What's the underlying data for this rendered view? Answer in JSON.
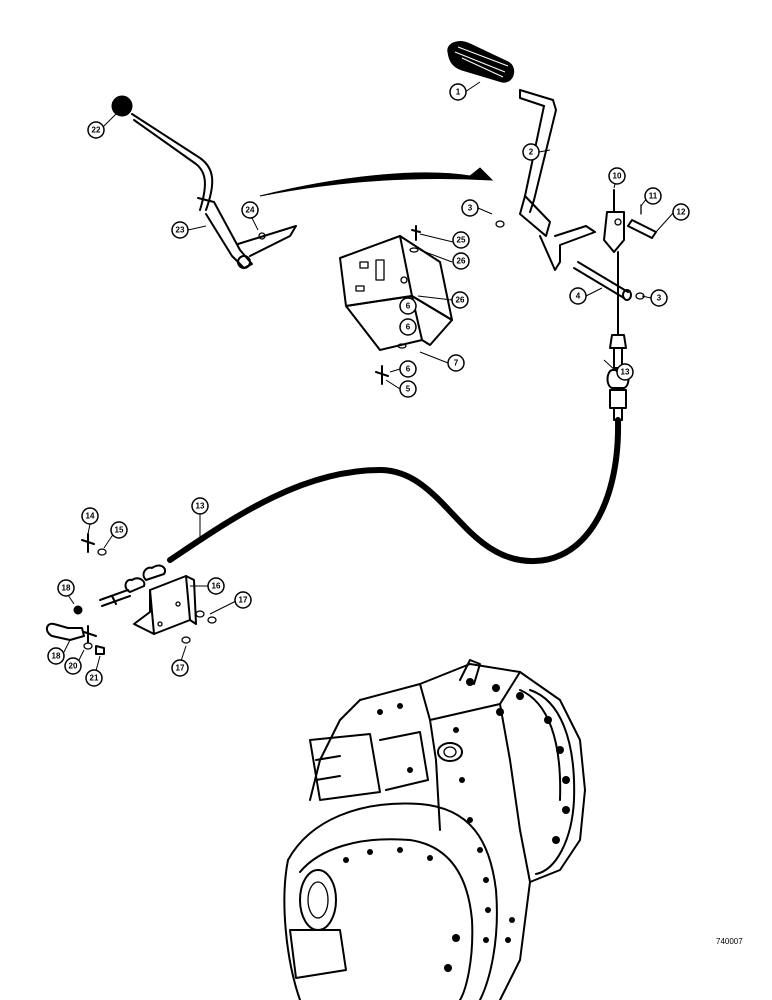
{
  "figure": {
    "reference_code": "740007"
  },
  "callouts": [
    {
      "id": "c1",
      "label": "1"
    },
    {
      "id": "c2",
      "label": "2"
    },
    {
      "id": "c3a",
      "label": "3"
    },
    {
      "id": "c3b",
      "label": "3"
    },
    {
      "id": "c4",
      "label": "4"
    },
    {
      "id": "c5",
      "label": "5"
    },
    {
      "id": "c6a",
      "label": "6"
    },
    {
      "id": "c6b",
      "label": "6"
    },
    {
      "id": "c6c",
      "label": "6"
    },
    {
      "id": "c7",
      "label": "7"
    },
    {
      "id": "c10",
      "label": "10"
    },
    {
      "id": "c11",
      "label": "11"
    },
    {
      "id": "c12",
      "label": "12"
    },
    {
      "id": "c13a",
      "label": "13"
    },
    {
      "id": "c13b",
      "label": "13"
    },
    {
      "id": "c14",
      "label": "14"
    },
    {
      "id": "c15",
      "label": "15"
    },
    {
      "id": "c16",
      "label": "16"
    },
    {
      "id": "c17a",
      "label": "17"
    },
    {
      "id": "c17b",
      "label": "17"
    },
    {
      "id": "c18a",
      "label": "18"
    },
    {
      "id": "c18b",
      "label": "18"
    },
    {
      "id": "c20",
      "label": "20"
    },
    {
      "id": "c21",
      "label": "21"
    },
    {
      "id": "c22",
      "label": "22"
    },
    {
      "id": "c23",
      "label": "23"
    },
    {
      "id": "c24",
      "label": "24"
    },
    {
      "id": "c25",
      "label": "25"
    },
    {
      "id": "c26a",
      "label": "26"
    },
    {
      "id": "c26b",
      "label": "26"
    }
  ]
}
